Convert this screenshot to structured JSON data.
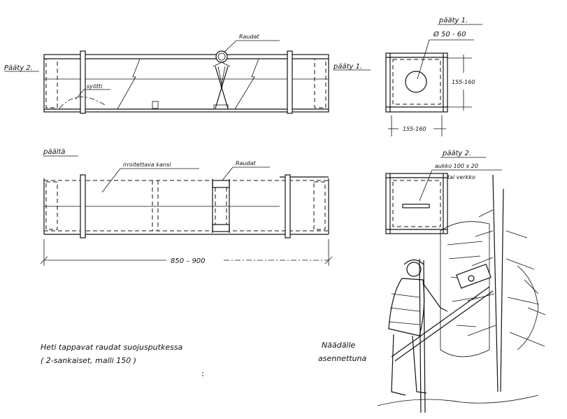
{
  "side_view": {
    "label_left": "Pääty 2.",
    "label_right": "pääty 1.",
    "trap_label": "Raudat",
    "bait_label": "syötti"
  },
  "top_view": {
    "title": "päältä",
    "lid_label": "irroitettava kansi",
    "trap_label": "Raudat",
    "length_dimension": "850 – 900"
  },
  "end_view_1": {
    "title": "pääty 1.",
    "hole_label": "Ø 50 - 60",
    "height_dimension": "155-160",
    "width_dimension": "155-160"
  },
  "end_view_2": {
    "title": "pääty 2.",
    "opening_label": "aukko 100 x 20",
    "opening_alt": "tai verkko"
  },
  "notes": {
    "line1": "Heti tappavat raudat suojusputkessa",
    "line2": "( 2-sankaiset, malli 150 )"
  },
  "illustration": {
    "caption_line1": "Näädälle",
    "caption_line2": "asennettuna"
  }
}
